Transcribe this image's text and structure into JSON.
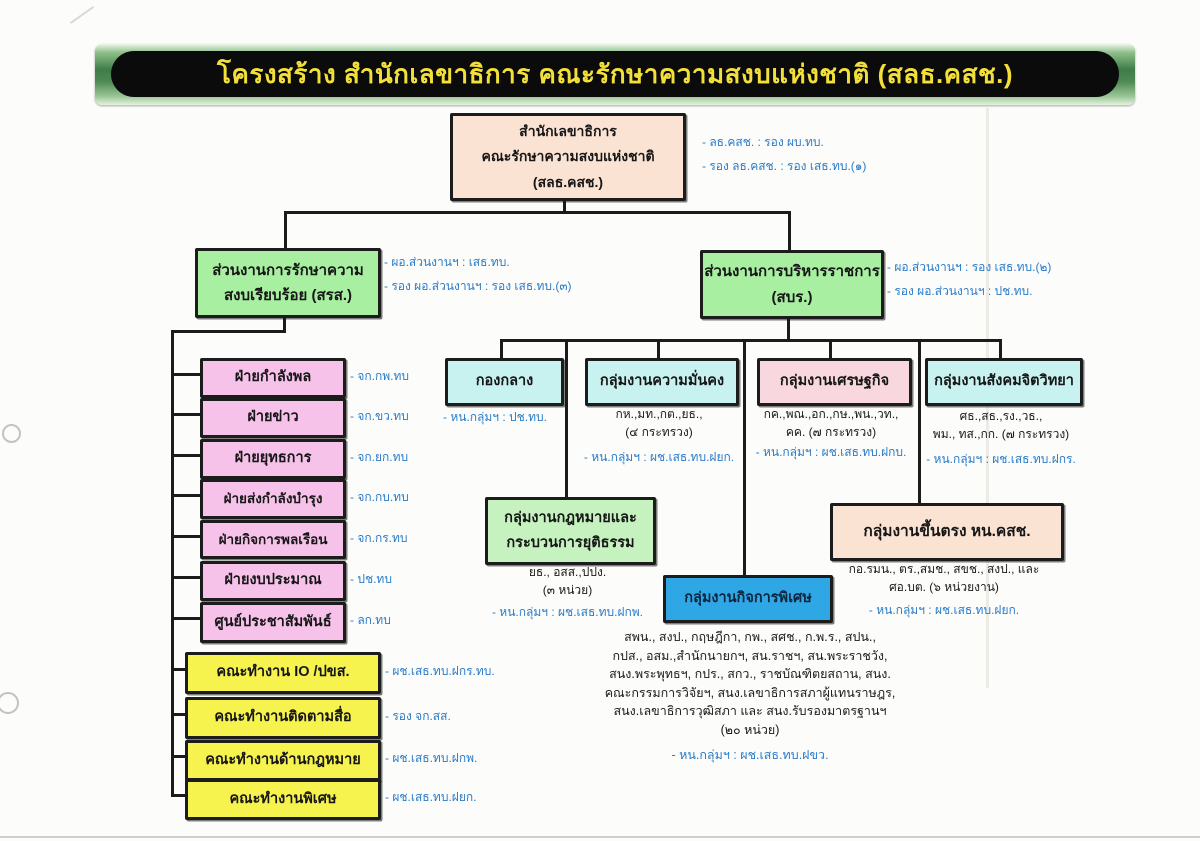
{
  "title": "โครงสร้าง สำนักเลขาธิการ คณะรักษาความสงบแห่งชาติ (สลธ.คสช.)",
  "colors": {
    "banner_green": "#3f7c48",
    "banner_text": "#f2df3a",
    "root_box": "#fbe3d3",
    "branch_box": "#a8efa2",
    "unit_pink": "#f6c2ea",
    "unit_yellow": "#f6f24e",
    "group_cyan": "#c7f2f0",
    "group_rose": "#f8d8de",
    "group_lgreen": "#c6f2c0",
    "group_blue": "#2fa7e4",
    "annotation_blue": "#2b7cc9",
    "line": "#1b1b1b"
  },
  "root": {
    "lines": [
      "สำนักเลขาธิการ",
      "คณะรักษาความสงบแห่งชาติ",
      "(สลธ.คสช.)"
    ],
    "notes": [
      "- ลธ.คสช. : รอง ผบ.ทบ.",
      "- รอง ลธ.คสช. : รอง เสธ.ทบ.(๑)"
    ]
  },
  "left_branch": {
    "lines": [
      "ส่วนงานการรักษาความ",
      "สงบเรียบร้อย (สรส.)"
    ],
    "notes": [
      "- ผอ.ส่วนงานฯ : เสธ.ทบ.",
      "- รอง ผอ.ส่วนงานฯ : รอง เสธ.ทบ.(๓)"
    ]
  },
  "right_branch": {
    "lines": [
      "ส่วนงานการบริหารราชการ",
      "(สบร.)"
    ],
    "notes": [
      "- ผอ.ส่วนงานฯ : รอง เสธ.ทบ.(๒)",
      "- รอง ผอ.ส่วนงานฯ : ปช.ทบ."
    ]
  },
  "left_units": [
    {
      "label": "ฝ่ายกำลังพล",
      "note": "- จก.กพ.ทบ"
    },
    {
      "label": "ฝ่ายข่าว",
      "note": "- จก.ขว.ทบ"
    },
    {
      "label": "ฝ่ายยุทธการ",
      "note": "- จก.ยก.ทบ"
    },
    {
      "label": "ฝ่ายส่งกำลังบำรุง",
      "note": "- จก.กบ.ทบ"
    },
    {
      "label": "ฝ่ายกิจการพลเรือน",
      "note": "- จก.กร.ทบ"
    },
    {
      "label": "ฝ่ายงบประมาณ",
      "note": "- ปช.ทบ"
    },
    {
      "label": "ศูนย์ประชาสัมพันธ์",
      "note": "- ลก.ทบ"
    },
    {
      "label": "คณะทำงาน IO /ปขส.",
      "note": "- ผช.เสธ.ทบ.ฝกร.ทบ."
    },
    {
      "label": "คณะทำงานติดตามสื่อ",
      "note": "- รอง จก.สส."
    },
    {
      "label": "คณะทำงานด้านกฎหมาย",
      "note": "- ผช.เสธ.ทบ.ฝกพ."
    },
    {
      "label": "คณะทำงานพิเศษ",
      "note": "- ผช.เสธ.ทบ.ฝยก."
    }
  ],
  "groups": {
    "central": {
      "label": "กองกลาง",
      "head": "- หน.กลุ่มฯ : ปช.ทบ."
    },
    "security": {
      "label": "กลุ่มงานความมั่นคง",
      "members": [
        "กห.,มท.,กต.,ยธ.,",
        "(๔ กระทรวง)"
      ],
      "head": "- หน.กลุ่มฯ : ผช.เสธ.ทบ.ฝยก."
    },
    "economy": {
      "label": "กลุ่มงานเศรษฐกิจ",
      "members": [
        "กค.,พณ.,อก.,กษ.,พน.,วท.,",
        "คค. (๗ กระทรวง)"
      ],
      "head": "- หน.กลุ่มฯ : ผช.เสธ.ทบ.ฝกบ."
    },
    "social": {
      "label": "กลุ่มงานสังคมจิตวิทยา",
      "members": [
        "ศธ.,สธ.,รง.,วธ.,",
        "พม., ทส.,กก. (๗ กระทรวง)"
      ],
      "head": "- หน.กลุ่มฯ : ผช.เสธ.ทบ.ฝกร."
    },
    "law": {
      "lines": [
        "กลุ่มงานกฎหมายและ",
        "กระบวนการยุติธรรม"
      ],
      "members": [
        "ยธ., อสส.,ปปง.",
        "(๓ หน่วย)"
      ],
      "head": "- หน.กลุ่มฯ : ผช.เสธ.ทบ.ฝกพ."
    },
    "special": {
      "label": "กลุ่มงานกิจการพิเศษ",
      "members": [
        "สพน., สงป., กฤษฎีกา, กพ., สศช., ก.พ.ร., สปน.,",
        "กปส., อสม.,สำนักนายกฯ, สน.ราชฯ, สน.พระราชวัง,",
        "สนง.พระพุทธฯ, กปร., สกว., ราชบัณฑิตยสถาน, สนง.",
        "คณะกรรมการวิจัยฯ, สนง.เลขาธิการสภาผู้แทนราษฎร,",
        "สนง.เลขาธิการวุฒิสภา และ สนง.รับรองมาตรฐานฯ",
        "(๒๐ หน่วย)"
      ],
      "head": "- หน.กลุ่มฯ : ผช.เสธ.ทบ.ฝขว."
    },
    "direct": {
      "label": "กลุ่มงานขึ้นตรง หน.คสช.",
      "members": [
        "กอ.รมน., ตร.,สมช., สขช., สงป., และ",
        "ศอ.บต. (๖ หน่วยงาน)"
      ],
      "head": "- หน.กลุ่มฯ : ผช.เสธ.ทบ.ฝยก."
    }
  }
}
